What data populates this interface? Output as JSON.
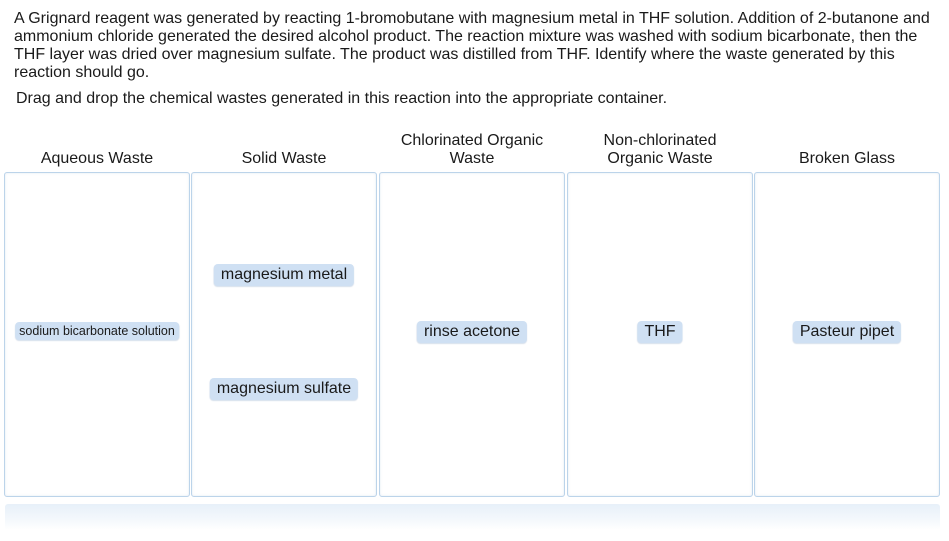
{
  "question": {
    "text": "A Grignard reagent was generated by reacting 1-bromobutane with magnesium metal in THF solution. Addition of 2-butanone and ammonium chloride generated the desired alcohol product. The reaction mixture was washed with sodium bicarbonate, then the THF layer was dried over magnesium sulfate. The product was distilled from THF. Identify where the waste generated by this reaction should go.",
    "instruction": "Drag and drop the chemical wastes generated in this reaction into the appropriate container."
  },
  "bins": [
    {
      "header": "Aqueous Waste",
      "items": [
        "sodium bicarbonate solution"
      ]
    },
    {
      "header": "Solid Waste",
      "items": [
        "magnesium metal",
        "magnesium sulfate"
      ]
    },
    {
      "header": "Chlorinated Organic\nWaste",
      "items": [
        "rinse acetone"
      ]
    },
    {
      "header": "Non-chlorinated\nOrganic Waste",
      "items": [
        "THF"
      ]
    },
    {
      "header": "Broken Glass",
      "items": [
        "Pasteur pipet"
      ]
    }
  ],
  "colors": {
    "chip_background": "#cfe0f3",
    "bin_border": "#bcd4ea"
  }
}
